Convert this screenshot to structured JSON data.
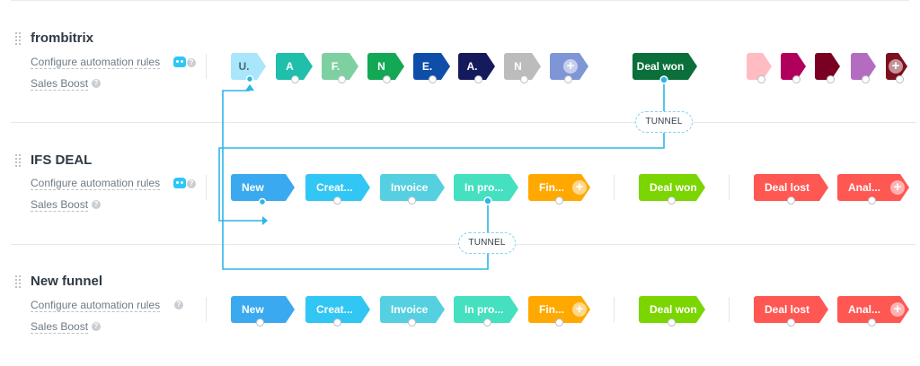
{
  "funnels": [
    {
      "name": "frombitrix",
      "automation_label": "Configure automation rules",
      "boost_label": "Sales Boost",
      "help": "?",
      "stages": [
        {
          "label": "U.",
          "color": "#a9e6fb",
          "text": "#4a6a78"
        },
        {
          "label": "A",
          "color": "#1fbfac",
          "text": "#ffffff"
        },
        {
          "label": "F.",
          "color": "#7fd0a0",
          "text": "#ffffff"
        },
        {
          "label": "N",
          "color": "#12a855",
          "text": "#ffffff"
        },
        {
          "label": "E.",
          "color": "#0f4ea8",
          "text": "#ffffff"
        },
        {
          "label": "A.",
          "color": "#141a5c",
          "text": "#ffffff"
        },
        {
          "label": "N",
          "color": "#bcbcbc",
          "text": "#ffffff"
        },
        {
          "label": "",
          "color": "#7f96d6",
          "text": "#ffffff",
          "plus": true
        }
      ],
      "won": {
        "label": "Deal won",
        "color": "#0a6f3a"
      },
      "lost": [
        {
          "label": "",
          "color": "#ffbdc3"
        },
        {
          "label": "",
          "color": "#b0005c"
        },
        {
          "label": "",
          "color": "#7a0022"
        },
        {
          "label": "",
          "color": "#b36cc0"
        },
        {
          "label": "",
          "color": "#7d0f1e",
          "plus": true
        }
      ]
    },
    {
      "name": "IFS DEAL",
      "automation_label": "Configure automation rules",
      "boost_label": "Sales Boost",
      "help": "?",
      "stages": [
        {
          "label": "New",
          "color": "#3aa9f0",
          "text": "#ffffff"
        },
        {
          "label": "Creat...",
          "color": "#31c6f4",
          "text": "#ffffff"
        },
        {
          "label": "Invoice",
          "color": "#55d0e0",
          "text": "#ffffff"
        },
        {
          "label": "In pro...",
          "color": "#45e0c0",
          "text": "#ffffff"
        },
        {
          "label": "Fin...",
          "color": "#ffa900",
          "text": "#ffffff",
          "plus": true
        }
      ],
      "won": {
        "label": "Deal won",
        "color": "#7bd500"
      },
      "lost": [
        {
          "label": "Deal lost",
          "color": "#ff5752"
        },
        {
          "label": "Anal...",
          "color": "#ff5752",
          "plus": true
        }
      ]
    },
    {
      "name": "New funnel",
      "automation_label": "Configure automation rules",
      "boost_label": "Sales Boost",
      "help": "?",
      "stages": [
        {
          "label": "New",
          "color": "#3aa9f0",
          "text": "#ffffff"
        },
        {
          "label": "Creat...",
          "color": "#31c6f4",
          "text": "#ffffff"
        },
        {
          "label": "Invoice",
          "color": "#55d0e0",
          "text": "#ffffff"
        },
        {
          "label": "In pro...",
          "color": "#45e0c0",
          "text": "#ffffff"
        },
        {
          "label": "Fin...",
          "color": "#ffa900",
          "text": "#ffffff",
          "plus": true
        }
      ],
      "won": {
        "label": "Deal won",
        "color": "#7bd500"
      },
      "lost": [
        {
          "label": "Deal lost",
          "color": "#ff5752"
        },
        {
          "label": "Anal...",
          "color": "#ff5752",
          "plus": true
        }
      ]
    }
  ],
  "tunnels": [
    {
      "label": "TUNNEL"
    },
    {
      "label": "TUNNEL"
    }
  ],
  "colors": {
    "link": "#2fb5e8"
  }
}
